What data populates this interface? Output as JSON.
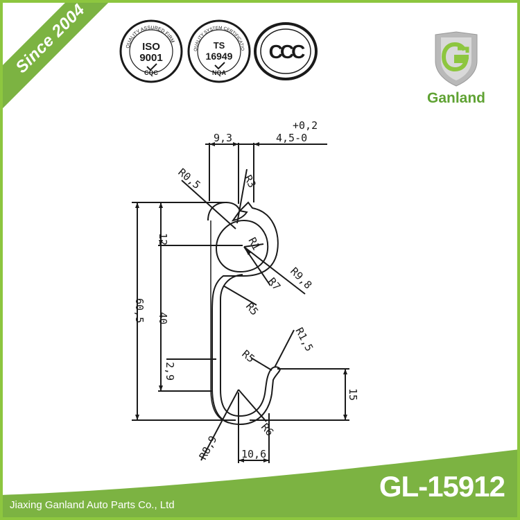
{
  "banner": {
    "since": "Since 2004"
  },
  "certifications": {
    "iso": {
      "arc": "QUALITY ASSURED FIRM",
      "line1": "ISO",
      "line2": "9001",
      "bottom": "CQC"
    },
    "ts": {
      "arc": "QUALITY SYSTEM CERTIFICATION",
      "line1": "TS",
      "line2": "16949",
      "bottom": "NQA"
    },
    "ccc": {
      "text": "CCC"
    }
  },
  "brand": {
    "name": "Ganland",
    "logo_icon": "ganland-shield-icon"
  },
  "drawing": {
    "dimensions": {
      "top_width": "9,3",
      "top_slot": "4,5-0",
      "tolerance": "+0,2",
      "r0_5": "R0,5",
      "r3": "R3",
      "height_12": "12",
      "r1": "R1",
      "r9_8": "R9,8",
      "r7": "R7",
      "r5_upper": "R5",
      "total_height": "60,5",
      "height_40": "40",
      "r1_5": "R1,5",
      "r5_lower": "R5",
      "height_2_9": "2,9",
      "height_15": "15",
      "r8_9": "R8,9",
      "r6": "R6",
      "bottom_width": "10,6"
    }
  },
  "footer": {
    "model": "GL-15912",
    "company": "Jiaxing Ganland Auto Parts Co., Ltd"
  },
  "colors": {
    "accent": "#7cb342",
    "brand_text": "#5fa233",
    "line": "#1a1a1a"
  }
}
